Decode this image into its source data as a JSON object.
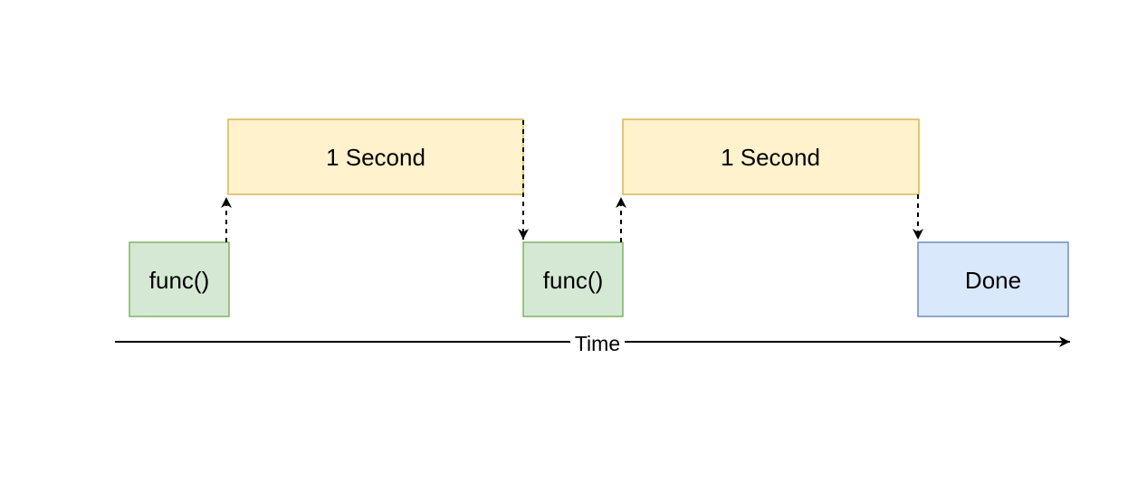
{
  "colors": {
    "background": "#ffffff",
    "text": "#000000",
    "connector": "#000000",
    "axis_line": "#000000",
    "func_fill": "#d5e8d4",
    "func_stroke": "#82b366",
    "sleep_fill": "#fff2cc",
    "sleep_stroke": "#d6b656",
    "done_fill": "#dae8fc",
    "done_stroke": "#6c8ebf"
  },
  "diagram": {
    "nodes": {
      "func_call_1": {
        "label": "func()"
      },
      "sleep_1": {
        "label": "1 Second"
      },
      "func_call_2": {
        "label": "func()"
      },
      "sleep_2": {
        "label": "1 Second"
      },
      "done": {
        "label": "Done"
      }
    },
    "axis": {
      "label": "Time"
    }
  }
}
